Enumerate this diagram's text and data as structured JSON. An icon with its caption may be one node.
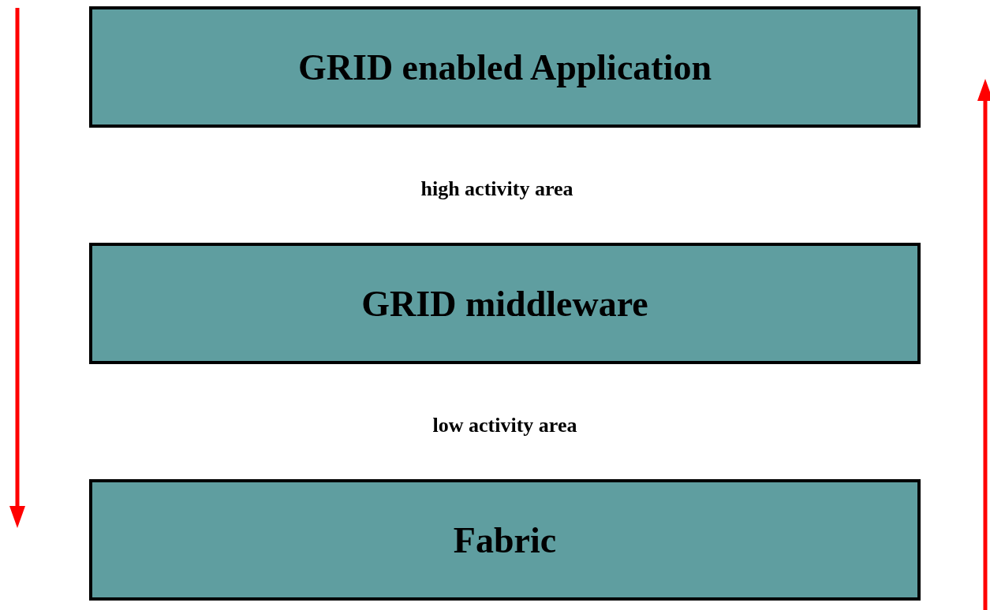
{
  "diagram": {
    "nodes": [
      {
        "text": [
          "GRID enabled Application"
        ]
      },
      {
        "text": [
          "GRID middleware"
        ]
      },
      {
        "text": [
          "Fabric"
        ]
      }
    ],
    "labels": [
      "high activity area",
      "low activity area"
    ]
  }
}
